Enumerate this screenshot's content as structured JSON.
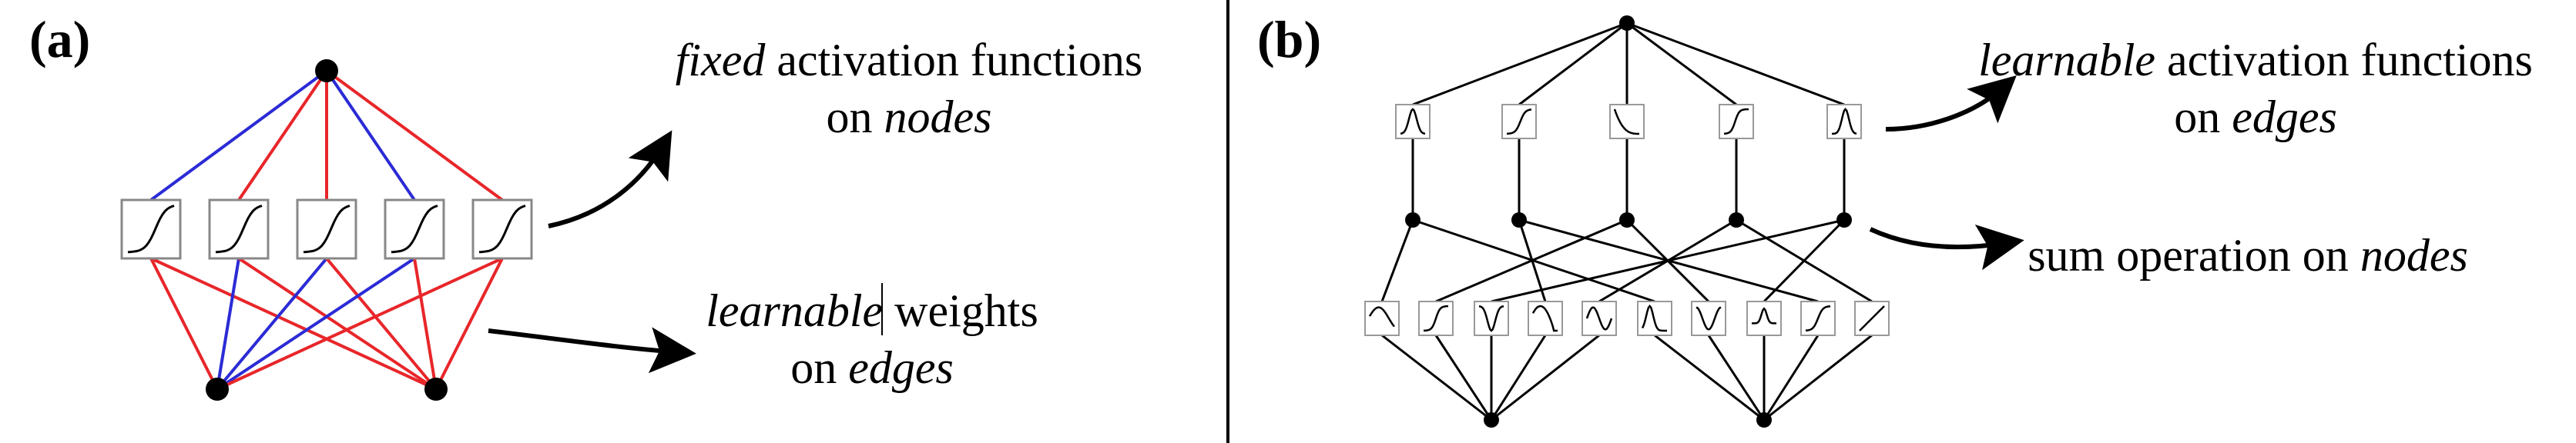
{
  "panel_a": {
    "label": "(a)",
    "annotation_top": {
      "line1_italic": "fixed",
      "line1_rest": " activation functions",
      "line2_prefix": "on ",
      "line2_italic": "nodes"
    },
    "annotation_bottom": {
      "line1_italic": "learnable",
      "line1_rest": " weights",
      "line2_prefix": "on ",
      "line2_italic": "edges"
    },
    "colors": {
      "edge_positive": "#e8262a",
      "edge_negative": "#2b2bd6",
      "node": "#000000"
    }
  },
  "panel_b": {
    "label": "(b)",
    "annotation_top": {
      "line1_italic": "learnable",
      "line1_rest": " activation functions",
      "line2_prefix": "on ",
      "line2_italic": "edges"
    },
    "annotation_bottom": {
      "line1_prefix": "sum operation on ",
      "line1_italic": "nodes"
    },
    "colors": {
      "edge": "#000000",
      "node": "#000000",
      "box_border": "#999999"
    }
  }
}
